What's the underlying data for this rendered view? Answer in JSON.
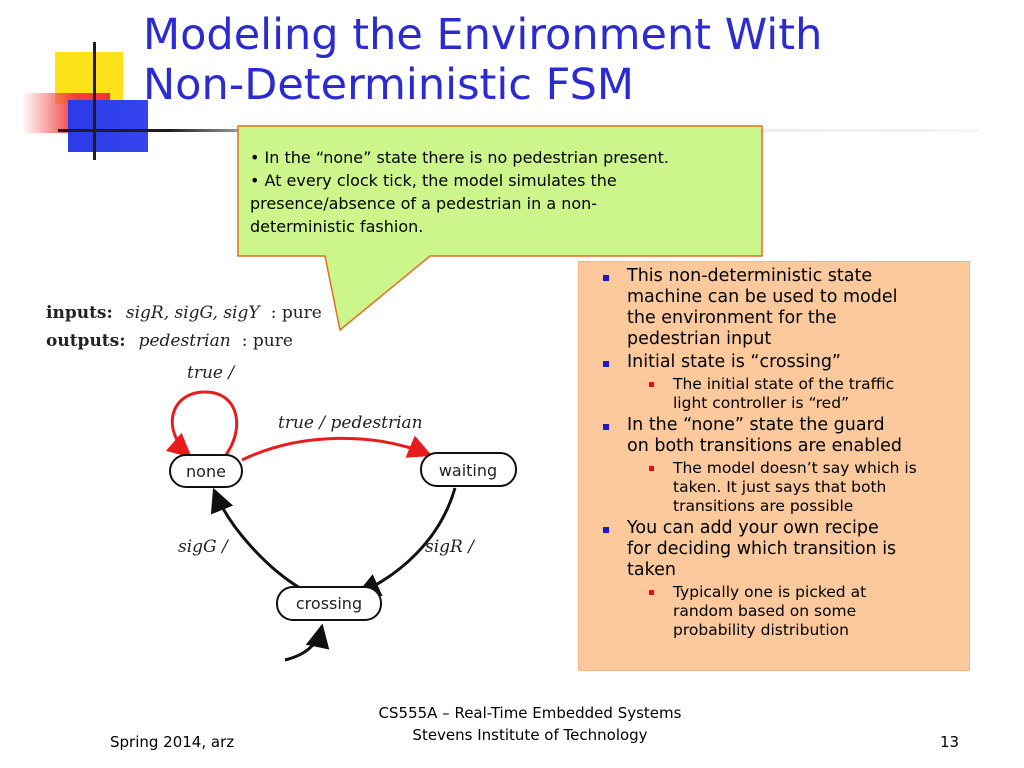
{
  "slide": {
    "title_lines": [
      "Modeling the Environment With",
      "Non-Deterministic FSM"
    ],
    "colors": {
      "title": "#2b2bd0",
      "callout_bg": "#ccf68c",
      "callout_border": "#e07020",
      "bullets_bg": "#fcc99d",
      "transition_red": "#e81c1c"
    }
  },
  "callout": {
    "lines": [
      "• In the “none” state there is no pedestrian present.",
      "• At every clock tick, the model simulates the",
      "presence/absence of a pedestrian in a non-",
      "deterministic fashion."
    ]
  },
  "fsm": {
    "inputs_label": "inputs:",
    "inputs_signals": "sigR, sigG, sigY",
    "inputs_type": ": pure",
    "outputs_label": "outputs:",
    "outputs_signals": "pedestrian",
    "outputs_type": ": pure",
    "states": [
      "none",
      "waiting",
      "crossing"
    ],
    "transitions": {
      "self_none": "true /",
      "none_to_waiting": "true / pedestrian",
      "crossing_to_none": "sigG /",
      "waiting_to_crossing": "sigR /"
    }
  },
  "bullets": [
    {
      "lines": [
        "This non-deterministic state",
        "machine can be used to model",
        "the environment for the",
        "pedestrian input"
      ],
      "sub": []
    },
    {
      "lines": [
        "Initial state is “crossing”"
      ],
      "sub": [
        [
          "The initial state of the traffic",
          "light controller is “red”"
        ]
      ]
    },
    {
      "lines": [
        "In the “none” state the guard",
        "on both transitions are enabled"
      ],
      "sub": [
        [
          "The model doesn’t say which is",
          "taken.  It just says that both",
          "transitions are possible"
        ]
      ]
    },
    {
      "lines": [
        "You can add your own recipe",
        "for deciding which transition is",
        "taken"
      ],
      "sub": [
        [
          "Typically one is picked at",
          "random based on some",
          "probability distribution"
        ]
      ]
    }
  ],
  "footer": {
    "left": "Spring 2014, arz",
    "center_lines": [
      "CS555A – Real-Time Embedded Systems",
      "Stevens Institute of Technology"
    ],
    "page_number": "13"
  }
}
